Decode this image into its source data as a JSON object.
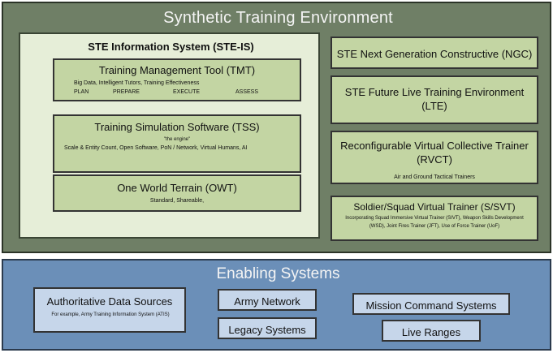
{
  "ste": {
    "title": "Synthetic Training Environment",
    "ste_is": {
      "title": "STE Information System (STE-IS)",
      "tmt": {
        "title": "Training Management  Tool (TMT)",
        "subtitle": "Big Data, Intelligent Tutors, Training Effectiveness",
        "phases": [
          "PLAN",
          "PREPARE",
          "EXECUTE",
          "ASSESS"
        ]
      },
      "tss": {
        "title": "Training Simulation Software (TSS)",
        "tagline": "\"the engine\"",
        "description": "Scale & Entity Count, Open Software, PoN / Network, Virtual Humans, AI"
      },
      "owt": {
        "title": "One World Terrain (OWT)",
        "description": "Standard, Shareable,"
      }
    },
    "ngc": {
      "title": "STE Next Generation Constructive (NGC)"
    },
    "lte": {
      "title": "STE Future Live Training Environment (LTE)"
    },
    "rvct": {
      "title": "Reconfigurable Virtual Collective Trainer (RVCT)",
      "subtitle": "Air and Ground Tactical Trainers"
    },
    "ssvt": {
      "title": "Soldier/Squad Virtual Trainer (S/SVT)",
      "description": "Incorporating Squad Immersive Virtual Trainer (SIVT), Weapon Skills Development (WSD), Joint Fires Trainer (JFT), Use of Force Trainer (UoF)"
    }
  },
  "enabling": {
    "title": "Enabling Systems",
    "ads": {
      "title": "Authoritative Data  Sources",
      "description": "For example, Army Training Information System (ATIS)"
    },
    "army_network": "Army Network",
    "legacy_systems": "Legacy Systems",
    "mission_command": "Mission Command Systems",
    "live_ranges": "Live Ranges"
  },
  "colors": {
    "ste_background": "#6f7f66",
    "ste_is_background": "#e6eed8",
    "green_box": "#c3d5a3",
    "enabling_background": "#6b8fb8",
    "blue_box": "#c6d6ea"
  }
}
